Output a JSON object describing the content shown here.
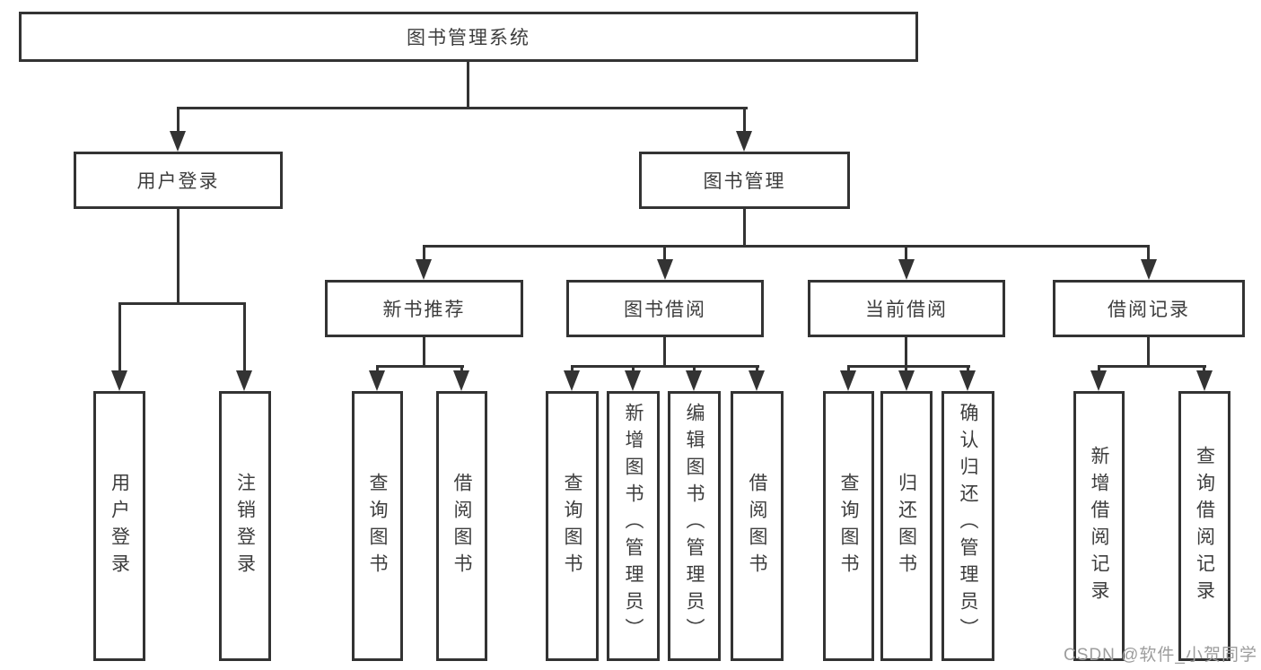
{
  "diagram": {
    "root": {
      "label": "图书管理系统"
    },
    "level2": {
      "user_login": {
        "label": "用户登录"
      },
      "book_management": {
        "label": "图书管理"
      }
    },
    "level3": {
      "new_book_recommend": {
        "label": "新书推荐"
      },
      "book_borrowing": {
        "label": "图书借阅"
      },
      "current_borrowing": {
        "label": "当前借阅"
      },
      "borrowing_records": {
        "label": "借阅记录"
      }
    },
    "leaves": {
      "user_login": {
        "label": "用户登录"
      },
      "logout": {
        "label": "注销登录"
      },
      "newrec_query_books": {
        "label": "查询图书"
      },
      "newrec_borrow_books": {
        "label": "借阅图书"
      },
      "borrow_query_books": {
        "label": "查询图书"
      },
      "borrow_add_books_admin": {
        "label": "新增图书（管理员）"
      },
      "borrow_edit_books_admin": {
        "label": "编辑图书（管理员）"
      },
      "borrow_borrow_books": {
        "label": "借阅图书"
      },
      "current_query_books": {
        "label": "查询图书"
      },
      "current_return_books": {
        "label": "归还图书"
      },
      "current_confirm_return_admin": {
        "label": "确认归还（管理员）"
      },
      "records_add_record": {
        "label": "新增借阅记录"
      },
      "records_query_record": {
        "label": "查询借阅记录"
      }
    }
  },
  "watermark": {
    "text": "CSDN @软件_小贺同学"
  },
  "colors": {
    "line": "#333333",
    "text": "#3d3d3d",
    "watermark": "#9d9d9d",
    "background": "#ffffff"
  }
}
